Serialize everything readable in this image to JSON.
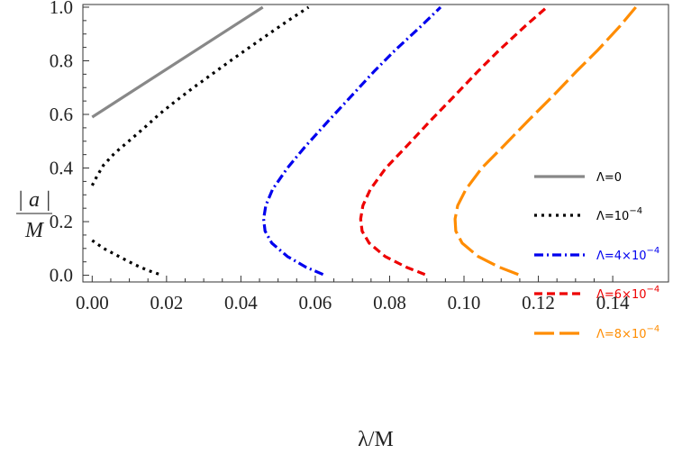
{
  "chart_data": {
    "type": "line",
    "xlabel": "λ/M",
    "ylabel_top": "| a |",
    "ylabel_bottom": "M",
    "xlim": [
      -0.0025,
      0.155
    ],
    "ylim": [
      -0.025,
      1.01
    ],
    "xticks": [
      {
        "value": 0.0,
        "label": "0.00"
      },
      {
        "value": 0.02,
        "label": "0.02"
      },
      {
        "value": 0.04,
        "label": "0.04"
      },
      {
        "value": 0.06,
        "label": "0.06"
      },
      {
        "value": 0.08,
        "label": "0.08"
      },
      {
        "value": 0.1,
        "label": "0.10"
      },
      {
        "value": 0.12,
        "label": "0.12"
      },
      {
        "value": 0.14,
        "label": "0.14"
      }
    ],
    "yticks": [
      {
        "value": 0.0,
        "label": "0.0"
      },
      {
        "value": 0.2,
        "label": "0.2"
      },
      {
        "value": 0.4,
        "label": "0.4"
      },
      {
        "value": 0.6,
        "label": "0.6"
      },
      {
        "value": 0.8,
        "label": "0.8"
      },
      {
        "value": 1.0,
        "label": "1.0"
      }
    ],
    "legend_position": "right",
    "grid": false,
    "series": [
      {
        "name_base": "Λ=0",
        "name_sup": "",
        "color": "#888888",
        "dash": "",
        "segments": [
          [
            [
              0.0,
              0.59
            ],
            [
              0.0459,
              1.0
            ]
          ]
        ]
      },
      {
        "name_base": "Λ=10",
        "name_sup": "−4",
        "color": "#000000",
        "dash": "3,5",
        "segments": [
          [
            [
              0.0,
              0.335
            ],
            [
              0.0013,
              0.37
            ],
            [
              0.003,
              0.41
            ],
            [
              0.006,
              0.455
            ],
            [
              0.0098,
              0.5
            ],
            [
              0.014,
              0.55
            ],
            [
              0.018,
              0.6
            ],
            [
              0.0225,
              0.65
            ],
            [
              0.0272,
              0.7
            ],
            [
              0.0322,
              0.75
            ],
            [
              0.0372,
              0.8
            ],
            [
              0.0423,
              0.85
            ],
            [
              0.0475,
              0.9
            ],
            [
              0.0527,
              0.95
            ],
            [
              0.0582,
              1.0
            ]
          ],
          [
            [
              0.0,
              0.13
            ],
            [
              0.0031,
              0.1
            ],
            [
              0.0072,
              0.07
            ],
            [
              0.0114,
              0.04
            ],
            [
              0.015,
              0.018
            ],
            [
              0.0182,
              0.003
            ]
          ]
        ]
      },
      {
        "name_base": "Λ=4×10",
        "name_sup": "−4",
        "color": "#0000ee",
        "dash": "10,4,2,4",
        "segments": [
          [
            [
              0.0621,
              0.003
            ],
            [
              0.0575,
              0.03
            ],
            [
              0.0525,
              0.07
            ],
            [
              0.0483,
              0.12
            ],
            [
              0.0465,
              0.165
            ],
            [
              0.0461,
              0.21
            ],
            [
              0.0467,
              0.26
            ],
            [
              0.0485,
              0.32
            ],
            [
              0.0525,
              0.4
            ],
            [
              0.0573,
              0.48
            ],
            [
              0.0638,
              0.58
            ],
            [
              0.0698,
              0.67
            ],
            [
              0.0758,
              0.76
            ],
            [
              0.0815,
              0.84
            ],
            [
              0.0885,
              0.93
            ],
            [
              0.0937,
              1.0
            ]
          ]
        ]
      },
      {
        "name_base": "Λ=6×10",
        "name_sup": "−4",
        "color": "#ee0000",
        "dash": "9,5",
        "segments": [
          [
            [
              0.0895,
              0.003
            ],
            [
              0.0845,
              0.03
            ],
            [
              0.0788,
              0.07
            ],
            [
              0.0745,
              0.12
            ],
            [
              0.0726,
              0.165
            ],
            [
              0.0722,
              0.21
            ],
            [
              0.0728,
              0.26
            ],
            [
              0.0748,
              0.32
            ],
            [
              0.079,
              0.4
            ],
            [
              0.0845,
              0.48
            ],
            [
              0.0912,
              0.58
            ],
            [
              0.0975,
              0.67
            ],
            [
              0.1037,
              0.76
            ],
            [
              0.1095,
              0.84
            ],
            [
              0.1165,
              0.93
            ],
            [
              0.1223,
              1.0
            ]
          ]
        ]
      },
      {
        "name_base": "Λ=8×10",
        "name_sup": "−4",
        "color": "#ff8c00",
        "dash": "22,6",
        "segments": [
          [
            [
              0.1146,
              0.003
            ],
            [
              0.1095,
              0.03
            ],
            [
              0.1038,
              0.07
            ],
            [
              0.0995,
              0.12
            ],
            [
              0.0978,
              0.165
            ],
            [
              0.0976,
              0.21
            ],
            [
              0.0983,
              0.26
            ],
            [
              0.1005,
              0.32
            ],
            [
              0.1048,
              0.4
            ],
            [
              0.1105,
              0.48
            ],
            [
              0.1175,
              0.58
            ],
            [
              0.124,
              0.67
            ],
            [
              0.1302,
              0.76
            ],
            [
              0.136,
              0.84
            ],
            [
              0.142,
              0.93
            ],
            [
              0.1462,
              1.0
            ]
          ]
        ]
      }
    ]
  }
}
